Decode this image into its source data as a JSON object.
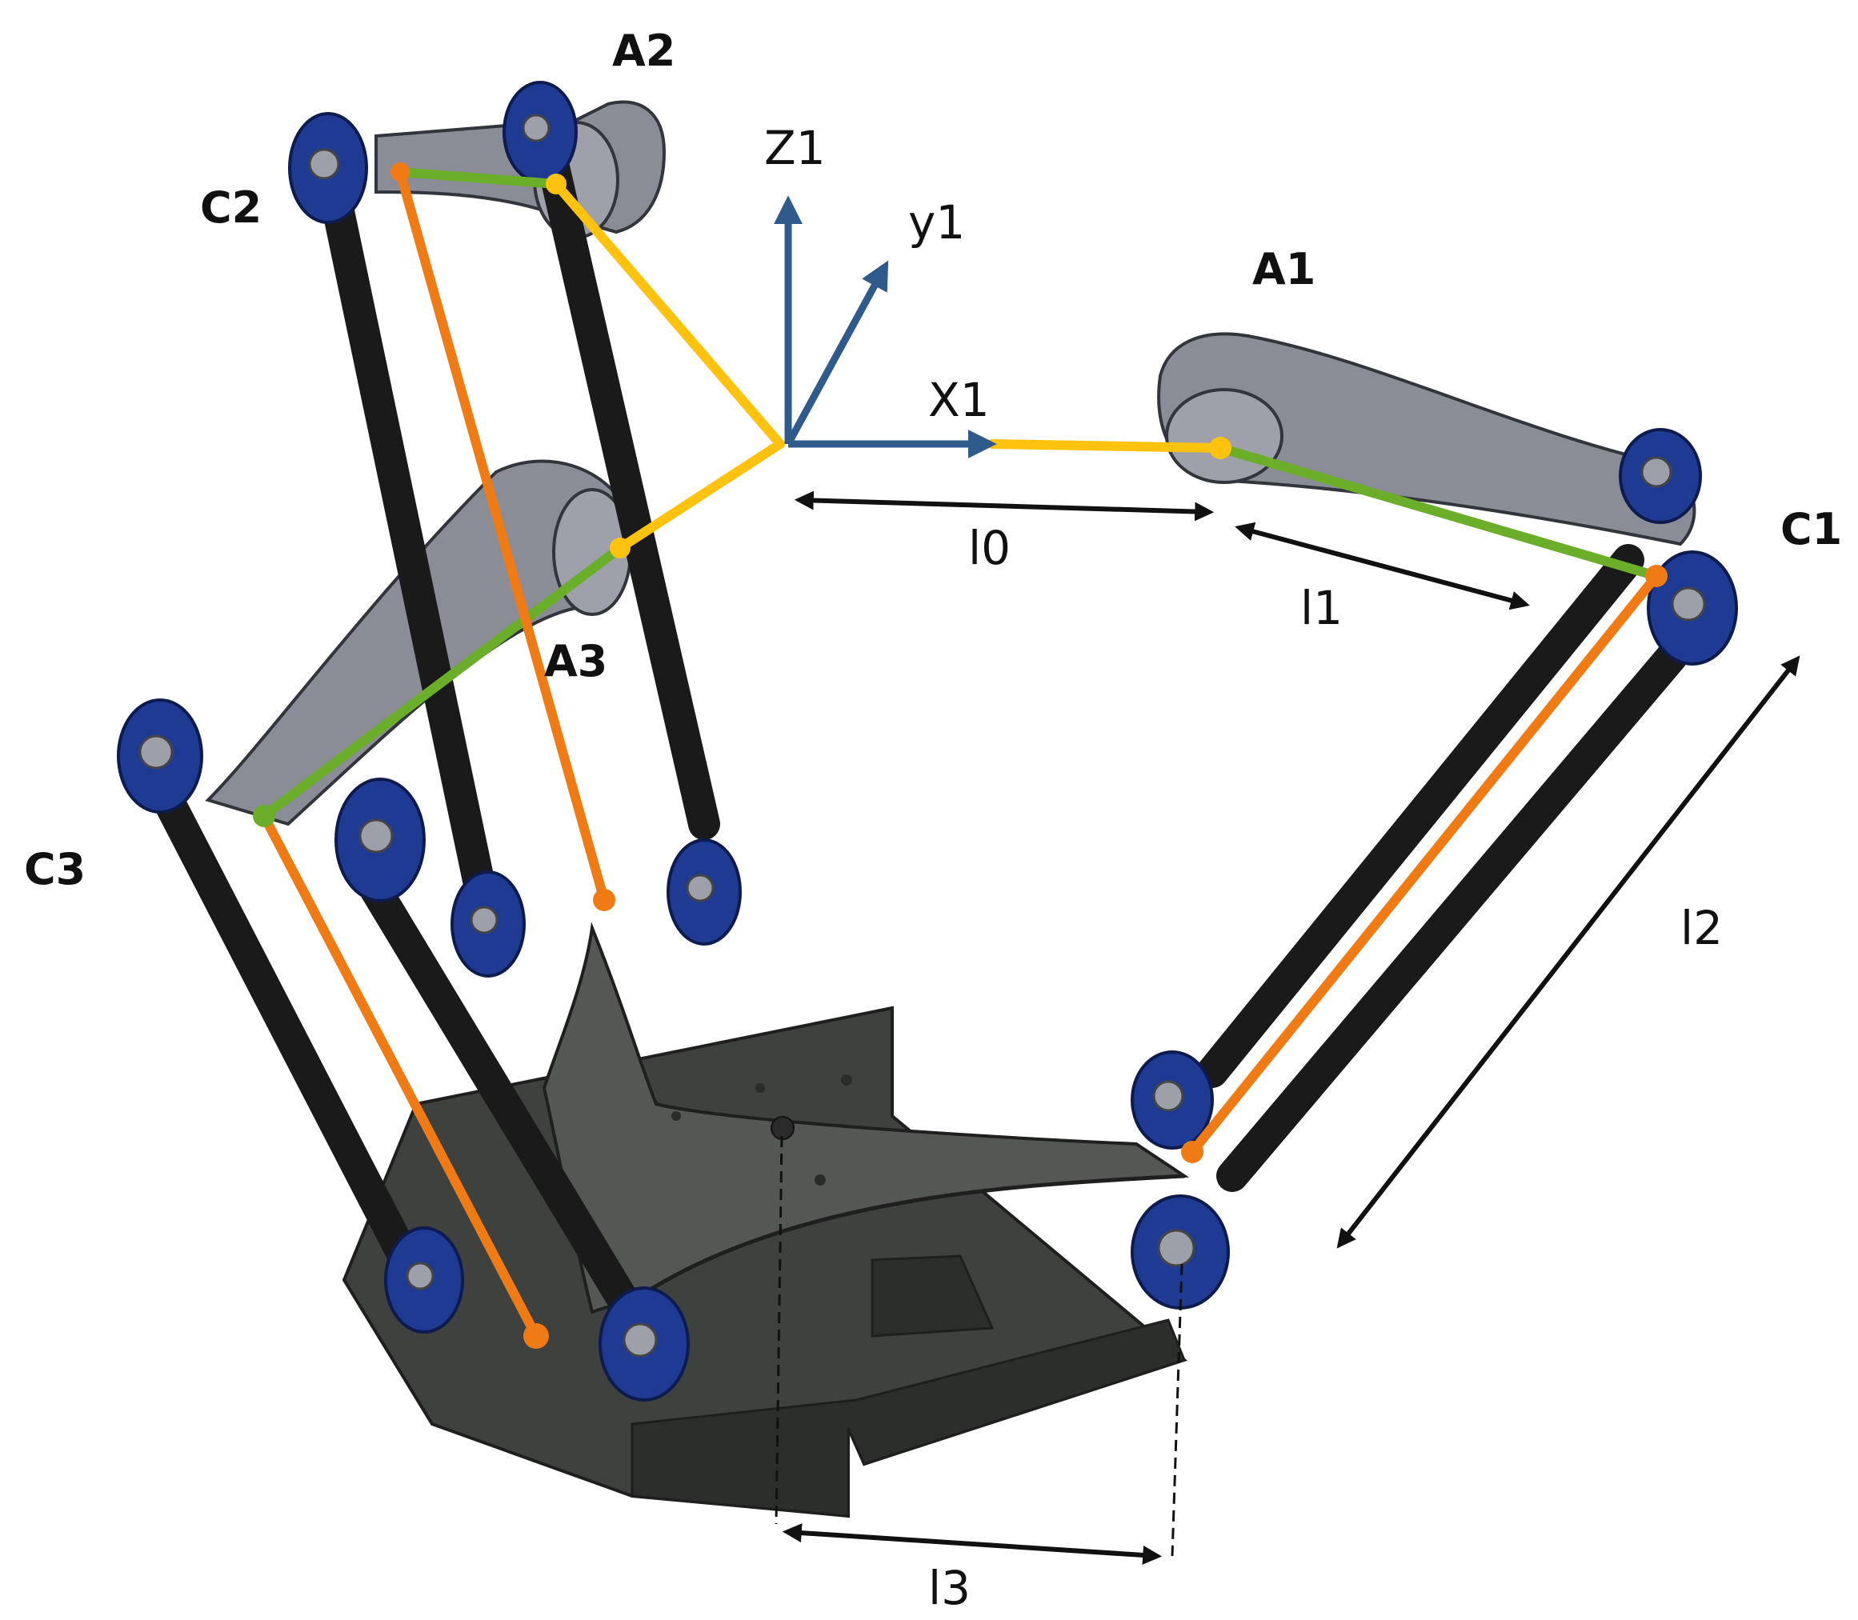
{
  "labels": {
    "A1": "A1",
    "A2": "A2",
    "A3": "A3",
    "C1": "C1",
    "C2": "C2",
    "C3": "C3"
  },
  "axes": {
    "z": "Z1",
    "y": "y1",
    "x": "X1"
  },
  "lengths": {
    "l0": "l0",
    "l1": "l1",
    "l2": "l2",
    "l3": "l3"
  },
  "colors": {
    "yellow_links": "#FFC20E",
    "green_links": "#6AAE2A",
    "orange_links": "#F07B14",
    "axis_arrows": "#2E5A8C",
    "joint_blue": "#1F3A93",
    "rod_black": "#1A1A1A",
    "arm_gray": "#7D7F8A",
    "platform_gray": "#4A4C4A"
  }
}
